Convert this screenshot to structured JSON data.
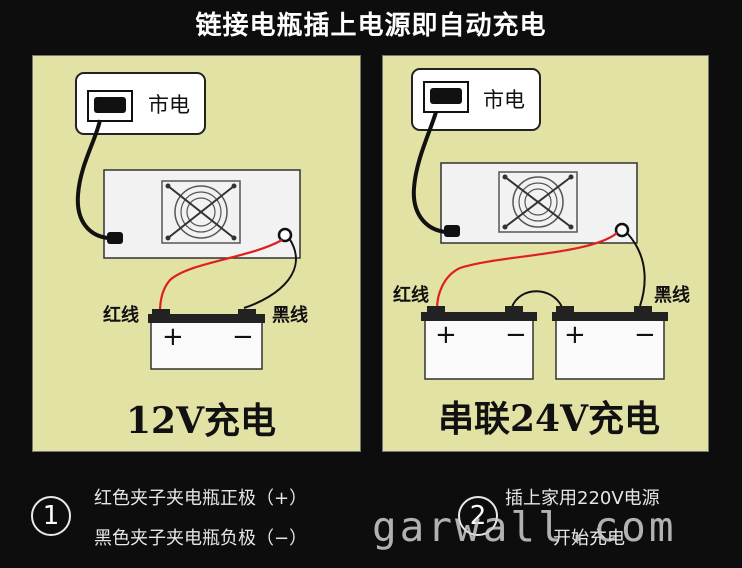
{
  "header": {
    "title": "链接电瓶插上电源即自动充电"
  },
  "left_panel": {
    "mains_label": "市电",
    "red_wire_label": "红线",
    "black_wire_label": "黑线",
    "plus_sign": "+",
    "minus_sign": "−",
    "caption": "12V充电"
  },
  "right_panel": {
    "mains_label": "市电",
    "red_wire_label": "红线",
    "black_wire_label": "黑线",
    "plus_sign": "+",
    "minus_sign": "−",
    "caption": "串联24V充电"
  },
  "steps": [
    {
      "number": "1",
      "line1": "红色夹子夹电瓶正极（+）",
      "line2": "黑色夹子夹电瓶负极（−）"
    },
    {
      "number": "2",
      "line1": "插上家用220V电源",
      "line2": "开始充电"
    }
  ],
  "watermark": "garwall.com",
  "colors": {
    "panel_bg": "#e3e2a5",
    "red_wire": "#e02020",
    "black_wire": "#111111",
    "background": "#0d0d0d"
  }
}
